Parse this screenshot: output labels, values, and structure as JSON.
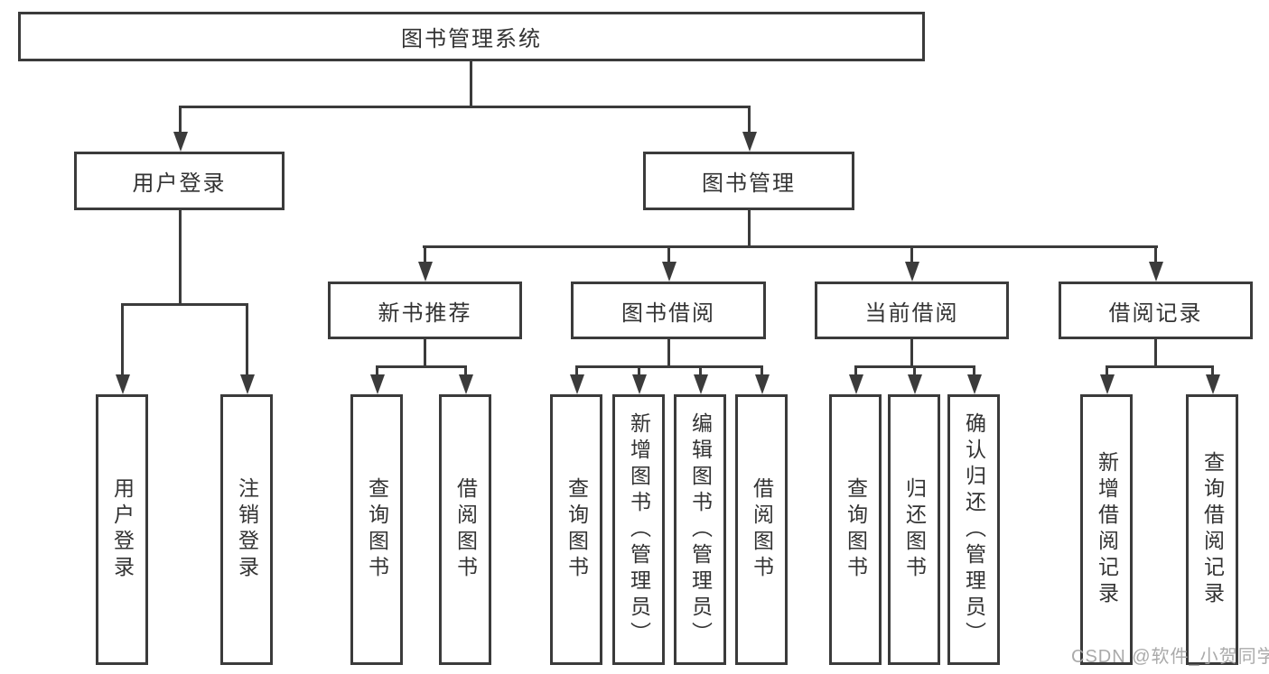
{
  "colors": {
    "line": "#3b3b3b",
    "text": "#333333",
    "watermark": "#a6a6a6",
    "background": "#ffffff"
  },
  "watermark": "CSDN @软件_小贺同学",
  "tree": {
    "label": "图书管理系统",
    "children": [
      {
        "label": "用户登录",
        "children": [
          {
            "label": "用户登录"
          },
          {
            "label": "注销登录"
          }
        ]
      },
      {
        "label": "图书管理",
        "children": [
          {
            "label": "新书推荐",
            "children": [
              {
                "label": "查询图书"
              },
              {
                "label": "借阅图书"
              }
            ]
          },
          {
            "label": "图书借阅",
            "children": [
              {
                "label": "查询图书"
              },
              {
                "label": "新增图书（管理员）"
              },
              {
                "label": "编辑图书（管理员）"
              },
              {
                "label": "借阅图书"
              }
            ]
          },
          {
            "label": "当前借阅",
            "children": [
              {
                "label": "查询图书"
              },
              {
                "label": "归还图书"
              },
              {
                "label": "确认归还（管理员）"
              }
            ]
          },
          {
            "label": "借阅记录",
            "children": [
              {
                "label": "新增借阅记录"
              },
              {
                "label": "查询借阅记录"
              }
            ]
          }
        ]
      }
    ]
  }
}
